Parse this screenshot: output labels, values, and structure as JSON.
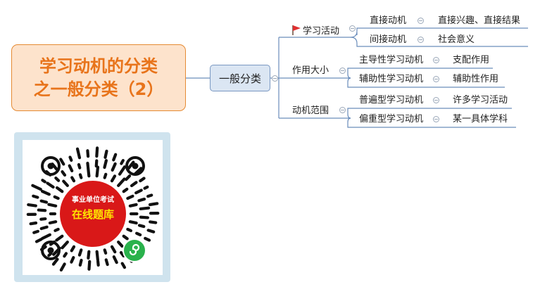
{
  "root": {
    "title_line1": "学习动机的分类",
    "title_line2": "之一般分类（2）"
  },
  "middle": {
    "label": "一般分类"
  },
  "groups": [
    {
      "label": "学习活动",
      "children": [
        {
          "label": "直接动机",
          "leaf": "直接兴趣、直接结果"
        },
        {
          "label": "间接动机",
          "leaf": "社会意义"
        }
      ]
    },
    {
      "label": "作用大小",
      "children": [
        {
          "label": "主导性学习动机",
          "leaf": "支配作用"
        },
        {
          "label": "辅助性学习动机",
          "leaf": "辅助性作用"
        }
      ]
    },
    {
      "label": "动机范围",
      "children": [
        {
          "label": "普遍型学习动机",
          "leaf": "许多学习活动"
        },
        {
          "label": "偏重型学习动机",
          "leaf": "某一具体学科"
        }
      ]
    }
  ],
  "qr": {
    "line1": "事业单位考试",
    "line2": "在线题库"
  },
  "colors": {
    "root_text": "#e8741b",
    "root_fill": "#fde3cc",
    "branch": "#7a98c2",
    "flag": "#e03030",
    "qr_center": "#d91818"
  }
}
